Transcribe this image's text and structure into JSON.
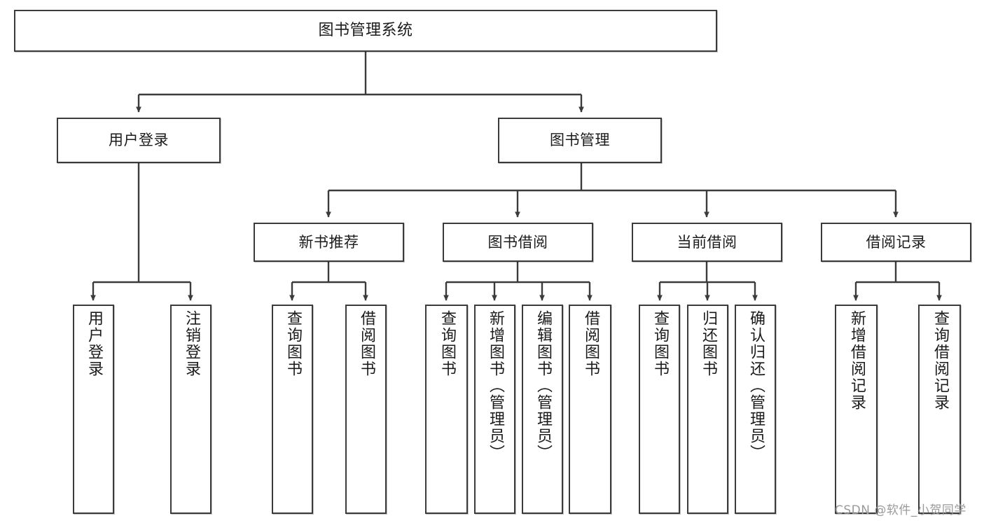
{
  "diagram": {
    "title": "图书管理系统",
    "type": "功能结构图",
    "watermark": "CSDN @软件_小贺同学",
    "colors": {
      "stroke": "#3b3b3b",
      "fill": "#ffffff",
      "text": "#1b1b1b",
      "watermark": "#9a9a9a"
    },
    "root": {
      "label": "图书管理系统"
    },
    "level2": [
      {
        "id": "user-login",
        "label": "用户登录"
      },
      {
        "id": "book-manage",
        "label": "图书管理"
      }
    ],
    "level3": [
      {
        "id": "new-book-recommend",
        "label": "新书推荐"
      },
      {
        "id": "book-borrow",
        "label": "图书借阅"
      },
      {
        "id": "current-borrow",
        "label": "当前借阅"
      },
      {
        "id": "borrow-record",
        "label": "借阅记录"
      }
    ],
    "leaves": [
      {
        "id": "leaf-user-login",
        "label": "用户登录",
        "parent": "user-login"
      },
      {
        "id": "leaf-logout-login",
        "label": "注销登录",
        "parent": "user-login"
      },
      {
        "id": "leaf-query-book-1",
        "label": "查询图书",
        "parent": "new-book-recommend"
      },
      {
        "id": "leaf-borrow-book-1",
        "label": "借阅图书",
        "parent": "new-book-recommend"
      },
      {
        "id": "leaf-query-book-2",
        "label": "查询图书",
        "parent": "book-borrow"
      },
      {
        "id": "leaf-add-book",
        "label": "新增图书（管理员）",
        "parent": "book-borrow"
      },
      {
        "id": "leaf-edit-book",
        "label": "编辑图书（管理员）",
        "parent": "book-borrow"
      },
      {
        "id": "leaf-borrow-book-2",
        "label": "借阅图书",
        "parent": "book-borrow"
      },
      {
        "id": "leaf-query-book-3",
        "label": "查询图书",
        "parent": "current-borrow"
      },
      {
        "id": "leaf-return-book",
        "label": "归还图书",
        "parent": "current-borrow"
      },
      {
        "id": "leaf-confirm-return",
        "label": "确认归还（管理员）",
        "parent": "current-borrow"
      },
      {
        "id": "leaf-add-record",
        "label": "新增借阅记录",
        "parent": "borrow-record"
      },
      {
        "id": "leaf-query-record",
        "label": "查询借阅记录",
        "parent": "borrow-record"
      }
    ]
  }
}
